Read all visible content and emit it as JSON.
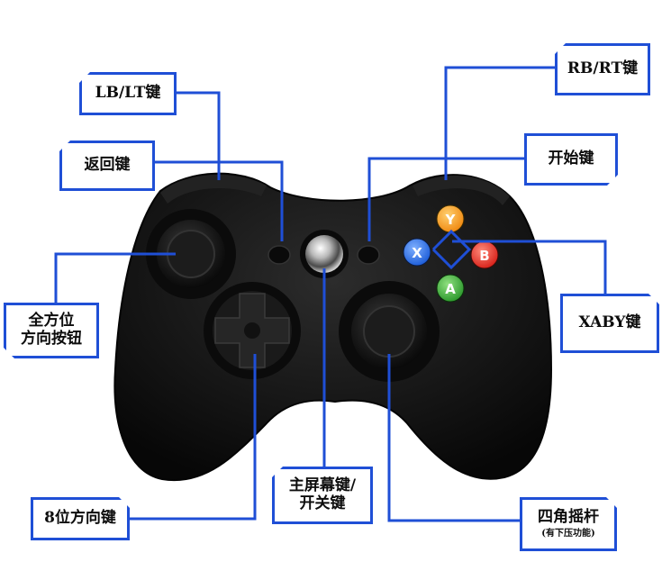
{
  "labels": {
    "lb_lt": "LB/LT键",
    "back": "返回键",
    "left_stick": "全方位\n方向按钮",
    "dpad": "8位方向键",
    "guide": "主屏幕键/\n开关键",
    "right_stick": "四角摇杆",
    "right_stick_note": "(有下压功能)",
    "xaby": "XABY键",
    "start": "开始键",
    "rb_rt": "RB/RT键"
  },
  "face_buttons": {
    "x": "X",
    "a": "A",
    "b": "B",
    "y": "Y"
  },
  "colors": {
    "callout_line": "#1f4fd6",
    "controller_body": "#141414",
    "button_x": "#1f5fd9",
    "button_a": "#3aa83a",
    "button_b": "#d9241c",
    "button_y": "#f08a12"
  }
}
